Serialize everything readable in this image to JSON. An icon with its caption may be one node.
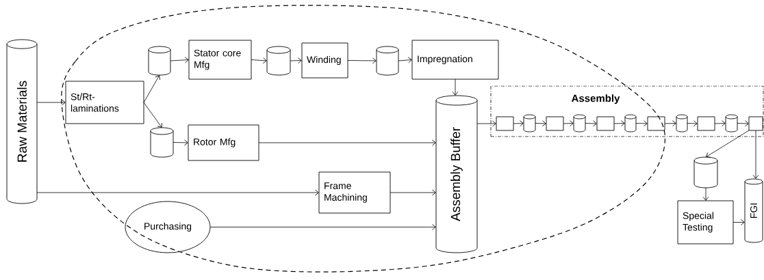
{
  "diagram": {
    "nodes": [
      {
        "text": [
          "Raw Materials"
        ]
      },
      {
        "text": [
          "St/Rt-laminations"
        ]
      },
      {
        "text": [],
        "shape": "cylinder"
      },
      {
        "text": [
          "Stator core Mfg"
        ]
      },
      {
        "text": [],
        "shape": "cylinder"
      },
      {
        "text": [
          "Winding"
        ]
      },
      {
        "text": [],
        "shape": "cylinder"
      },
      {
        "text": [
          "Impregnation"
        ]
      },
      {
        "text": [],
        "shape": "cylinder"
      },
      {
        "text": [
          "Rotor Mfg"
        ]
      },
      {
        "text": [
          "Frame Machining"
        ]
      },
      {
        "text": [
          "Purchasing"
        ]
      },
      {
        "text": [
          "Assembly Buffer"
        ]
      },
      {
        "text": [
          "Assembly"
        ]
      },
      {
        "text": [],
        "shape": "box",
        "in": 13
      },
      {
        "text": [],
        "shape": "cylinder",
        "in": 13
      },
      {
        "text": [],
        "shape": "box",
        "in": 13
      },
      {
        "text": [],
        "shape": "cylinder",
        "in": 13
      },
      {
        "text": [],
        "shape": "box",
        "in": 13
      },
      {
        "text": [],
        "shape": "cylinder",
        "in": 13
      },
      {
        "text": [],
        "shape": "box",
        "in": 13
      },
      {
        "text": [],
        "shape": "cylinder",
        "in": 13
      },
      {
        "text": [],
        "shape": "box",
        "in": 13
      },
      {
        "text": [],
        "shape": "cylinder",
        "in": 13
      },
      {
        "text": [],
        "shape": "box",
        "in": 13
      },
      {
        "text": [],
        "shape": "cylinder"
      },
      {
        "text": [
          "Special Testing"
        ]
      },
      {
        "text": [
          "FGI"
        ]
      }
    ],
    "edges": [
      {
        "from": 0,
        "to": 1,
        "arrow": "to"
      },
      {
        "from": 1,
        "to": 2,
        "arrow": "to"
      },
      {
        "from": 1,
        "to": 8,
        "arrow": "to"
      },
      {
        "from": 2,
        "to": 3,
        "arrow": "to"
      },
      {
        "from": 3,
        "to": 4,
        "arrow": "to"
      },
      {
        "from": 4,
        "to": 5,
        "arrow": "to"
      },
      {
        "from": 5,
        "to": 6,
        "arrow": "to"
      },
      {
        "from": 6,
        "to": 7,
        "arrow": "to"
      },
      {
        "from": 7,
        "to": 12,
        "arrow": "to"
      },
      {
        "from": 8,
        "to": 9,
        "arrow": "to"
      },
      {
        "from": 9,
        "to": 12,
        "arrow": "to"
      },
      {
        "from": 0,
        "to": 10,
        "arrow": "to"
      },
      {
        "from": 10,
        "to": 12,
        "arrow": "to"
      },
      {
        "from": 11,
        "to": 12,
        "arrow": "to"
      },
      {
        "from": 12,
        "to": 14,
        "arrow": "to"
      },
      {
        "from": 14,
        "to": 15,
        "arrow": "to"
      },
      {
        "from": 15,
        "to": 16,
        "arrow": "to"
      },
      {
        "from": 16,
        "to": 17,
        "arrow": "to"
      },
      {
        "from": 17,
        "to": 18,
        "arrow": "to"
      },
      {
        "from": 18,
        "to": 19,
        "arrow": "to"
      },
      {
        "from": 19,
        "to": 20,
        "arrow": "to"
      },
      {
        "from": 20,
        "to": 21,
        "arrow": "to"
      },
      {
        "from": 21,
        "to": 22,
        "arrow": "to"
      },
      {
        "from": 22,
        "to": 23,
        "arrow": "to"
      },
      {
        "from": 23,
        "to": 24,
        "arrow": "to"
      },
      {
        "from": 24,
        "to": 25,
        "arrow": "to"
      },
      {
        "from": 24,
        "to": 27,
        "arrow": "to"
      },
      {
        "from": 25,
        "to": 26,
        "arrow": "to"
      },
      {
        "from": 26,
        "to": 27,
        "arrow": "to"
      }
    ]
  }
}
